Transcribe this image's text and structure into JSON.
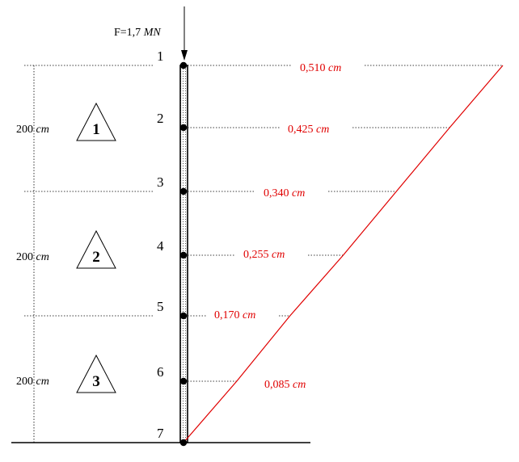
{
  "load": {
    "prefix": "F=1,7 ",
    "unit": "MN"
  },
  "nodes": [
    {
      "label": "1",
      "displacement": {
        "value": "0,510",
        "unit": "cm"
      },
      "d": 0.51
    },
    {
      "label": "2",
      "displacement": {
        "value": "0,425",
        "unit": "cm"
      },
      "d": 0.425
    },
    {
      "label": "3",
      "displacement": {
        "value": "0,340",
        "unit": "cm"
      },
      "d": 0.34
    },
    {
      "label": "4",
      "displacement": {
        "value": "0,255",
        "unit": "cm"
      },
      "d": 0.255
    },
    {
      "label": "5",
      "displacement": {
        "value": "0,170",
        "unit": "cm"
      },
      "d": 0.17
    },
    {
      "label": "6",
      "displacement": {
        "value": "0,085",
        "unit": "cm"
      },
      "d": 0.085
    },
    {
      "label": "7",
      "displacement": null,
      "d": 0
    }
  ],
  "segments": [
    {
      "number": "1",
      "length": {
        "value": "200",
        "unit": "cm"
      }
    },
    {
      "number": "2",
      "length": {
        "value": "200",
        "unit": "cm"
      }
    },
    {
      "number": "3",
      "length": {
        "value": "200",
        "unit": "cm"
      }
    }
  ],
  "colors": {
    "displacement": "#e00000",
    "structure": "#000000",
    "bar_fill": "#d9d9d9"
  }
}
